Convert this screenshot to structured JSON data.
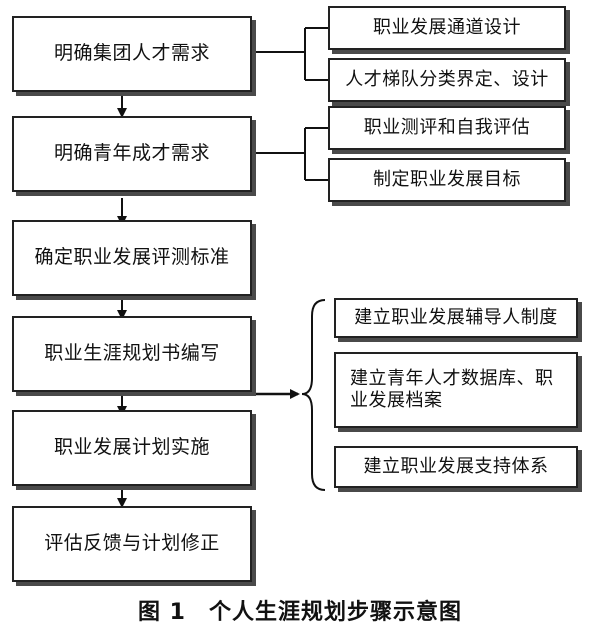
{
  "steps": [
    "明确集团人才需求",
    "明确青年成才需求",
    "确定职业发展评测标准",
    "职业生涯规划书编写",
    "职业发展计划实施",
    "评估反馈与计划修正"
  ],
  "group1": [
    "职业发展通道设计",
    "人才梯队分类界定、设计"
  ],
  "group2": [
    "职业测评和自我评估",
    "制定职业发展目标"
  ],
  "group3": [
    "建立职业发展辅导人制度",
    "建立青年人才数据库、职业发展档案",
    "建立职业发展支持体系"
  ],
  "caption": "图 1　个人生涯规划步骤示意图"
}
